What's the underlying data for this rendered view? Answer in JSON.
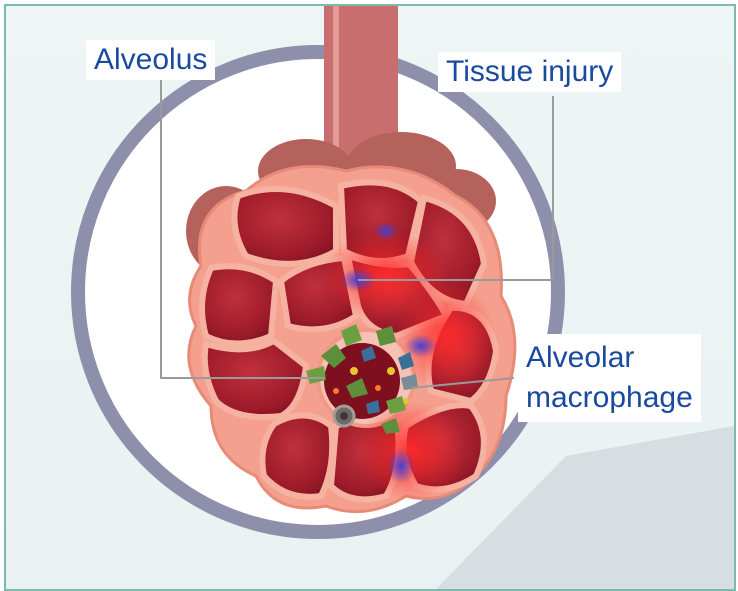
{
  "labels": {
    "alveolus": "Alveolus",
    "tissue_injury": "Tissue injury",
    "macrophage_line1": "Alveolar",
    "macrophage_line2": "macrophage"
  },
  "colors": {
    "frame_border": "#7fb8ae",
    "background": "#eef5f5",
    "ring": "#8e8fab",
    "alveolus_outer": "#f5a08e",
    "alveolus_inner": "#9d1b2a",
    "injury": "#ff1a1a",
    "label_text": "#1a4aa0",
    "leader_line": "#9a9a9a"
  }
}
